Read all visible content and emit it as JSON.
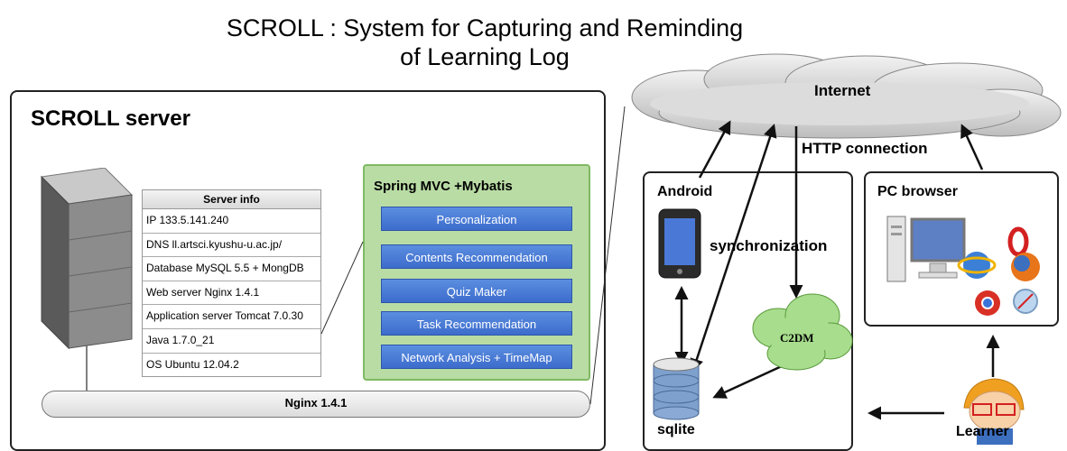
{
  "title": {
    "line1": "SCROLL : System for Capturing and Reminding",
    "line2": "of Learning Log"
  },
  "server": {
    "title": "SCROLL server",
    "info_header": "Server info",
    "info_rows": [
      "IP 133.5.141.240",
      "DNS ll.artsci.kyushu-u.ac.jp/",
      "Database MySQL 5.5 + MongDB",
      "Web server Nginx 1.4.1",
      "Application server Tomcat 7.0.30",
      "Java 1.7.0_21",
      "OS Ubuntu 12.04.2"
    ],
    "nginx_label": "Nginx 1.4.1"
  },
  "framework": {
    "title": "Spring MVC +Mybatis",
    "modules": [
      "Personalization",
      "Contents Recommendation",
      "Quiz Maker",
      "Task Recommendation",
      "Network Analysis + TimeMap"
    ]
  },
  "network": {
    "internet_label": "Internet",
    "http_label": "HTTP connection"
  },
  "android": {
    "title": "Android",
    "sync_label": "synchronization",
    "sqlite_label": "sqlite",
    "c2dm_label": "C2DM"
  },
  "pc": {
    "title": "PC browser"
  },
  "learner": {
    "label": "Learner"
  },
  "colors": {
    "module_blue": "#3d6ccc",
    "framework_green": "#b9dca5",
    "cloud_gray": "#d8d8d8",
    "c2dm_green": "#a7dd8c"
  }
}
